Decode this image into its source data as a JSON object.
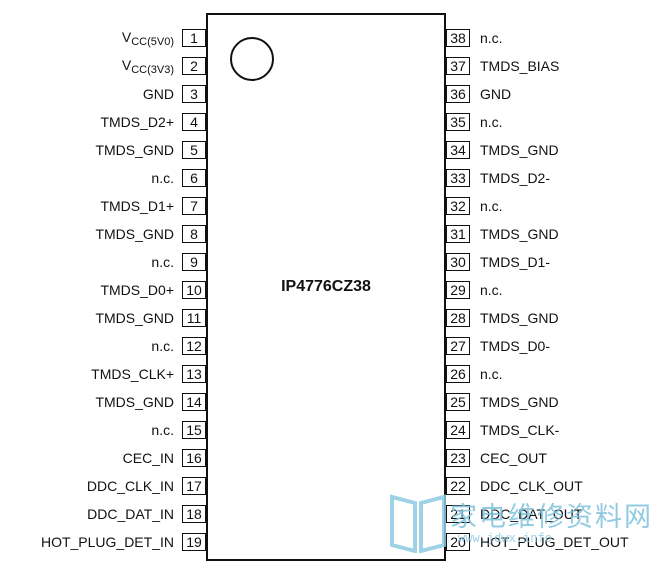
{
  "chip": {
    "name": "IP4776CZ38"
  },
  "pins_left": [
    {
      "num": "1",
      "label": "V",
      "sub": "CC(5V0)"
    },
    {
      "num": "2",
      "label": "V",
      "sub": "CC(3V3)"
    },
    {
      "num": "3",
      "label": "GND"
    },
    {
      "num": "4",
      "label": "TMDS_D2+"
    },
    {
      "num": "5",
      "label": "TMDS_GND"
    },
    {
      "num": "6",
      "label": "n.c."
    },
    {
      "num": "7",
      "label": "TMDS_D1+"
    },
    {
      "num": "8",
      "label": "TMDS_GND"
    },
    {
      "num": "9",
      "label": "n.c."
    },
    {
      "num": "10",
      "label": "TMDS_D0+"
    },
    {
      "num": "11",
      "label": "TMDS_GND"
    },
    {
      "num": "12",
      "label": "n.c."
    },
    {
      "num": "13",
      "label": "TMDS_CLK+"
    },
    {
      "num": "14",
      "label": "TMDS_GND"
    },
    {
      "num": "15",
      "label": "n.c."
    },
    {
      "num": "16",
      "label": "CEC_IN"
    },
    {
      "num": "17",
      "label": "DDC_CLK_IN"
    },
    {
      "num": "18",
      "label": "DDC_DAT_IN"
    },
    {
      "num": "19",
      "label": "HOT_PLUG_DET_IN"
    }
  ],
  "pins_right": [
    {
      "num": "38",
      "label": "n.c."
    },
    {
      "num": "37",
      "label": "TMDS_BIAS"
    },
    {
      "num": "36",
      "label": "GND"
    },
    {
      "num": "35",
      "label": "n.c."
    },
    {
      "num": "34",
      "label": "TMDS_GND"
    },
    {
      "num": "33",
      "label": "TMDS_D2-"
    },
    {
      "num": "32",
      "label": "n.c."
    },
    {
      "num": "31",
      "label": "TMDS_GND"
    },
    {
      "num": "30",
      "label": "TMDS_D1-"
    },
    {
      "num": "29",
      "label": "n.c."
    },
    {
      "num": "28",
      "label": "TMDS_GND"
    },
    {
      "num": "27",
      "label": "TMDS_D0-"
    },
    {
      "num": "26",
      "label": "n.c."
    },
    {
      "num": "25",
      "label": "TMDS_GND"
    },
    {
      "num": "24",
      "label": "TMDS_CLK-"
    },
    {
      "num": "23",
      "label": "CEC_OUT"
    },
    {
      "num": "22",
      "label": "DDC_CLK_OUT"
    },
    {
      "num": "21",
      "label": "DDC_DAT_OUT"
    },
    {
      "num": "20",
      "label": "HOT_PLUG_DET_OUT"
    }
  ],
  "watermark": {
    "text": "家电维修资料网",
    "url": "www.jdwx.info"
  },
  "colors": {
    "line": "#111111",
    "watermark": "#8ecbe2"
  }
}
